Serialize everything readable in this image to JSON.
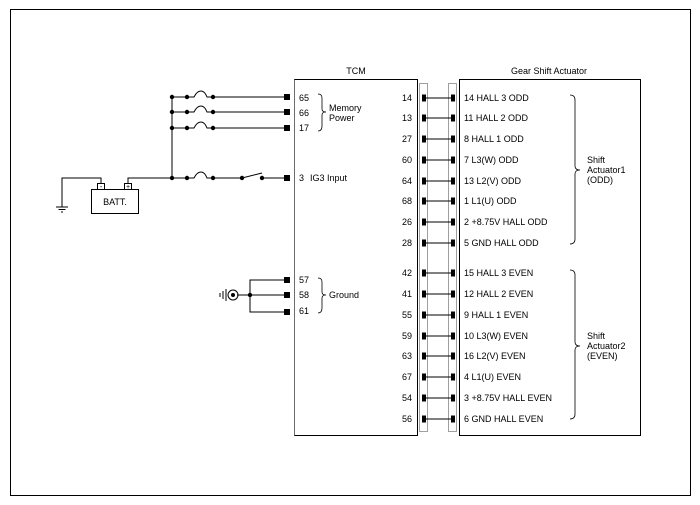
{
  "tcm": {
    "title": "TCM",
    "left_pins": [
      "65",
      "66",
      "17",
      "3",
      "57",
      "58",
      "61"
    ],
    "memory_label": [
      "Memory",
      "Power"
    ],
    "ig3_label": "IG3 Input",
    "ground_label": "Ground",
    "right_pins": [
      "14",
      "13",
      "27",
      "60",
      "64",
      "68",
      "26",
      "28",
      "42",
      "41",
      "55",
      "59",
      "63",
      "67",
      "54",
      "56"
    ]
  },
  "actuator": {
    "title": "Gear Shift Actuator",
    "pins": [
      "14 HALL 3 ODD",
      "11 HALL 2 ODD",
      "8 HALL 1 ODD",
      "7 L3(W) ODD",
      "13 L2(V) ODD",
      "1 L1(U) ODD",
      "2 +8.75V HALL ODD",
      "5 GND HALL ODD",
      "15 HALL 3 EVEN",
      "12 HALL 2 EVEN",
      "9 HALL 1 EVEN",
      "10 L3(W) EVEN",
      "16 L2(V) EVEN",
      "4 L1(U) EVEN",
      "3 +8.75V HALL EVEN",
      "6 GND HALL EVEN"
    ],
    "group1_label": [
      "Shift",
      "Actuator1",
      "(ODD)"
    ],
    "group2_label": [
      "Shift",
      "Actuator2",
      "(EVEN)"
    ]
  },
  "battery": {
    "label": "BATT.",
    "plus": "+",
    "minus": "-"
  }
}
